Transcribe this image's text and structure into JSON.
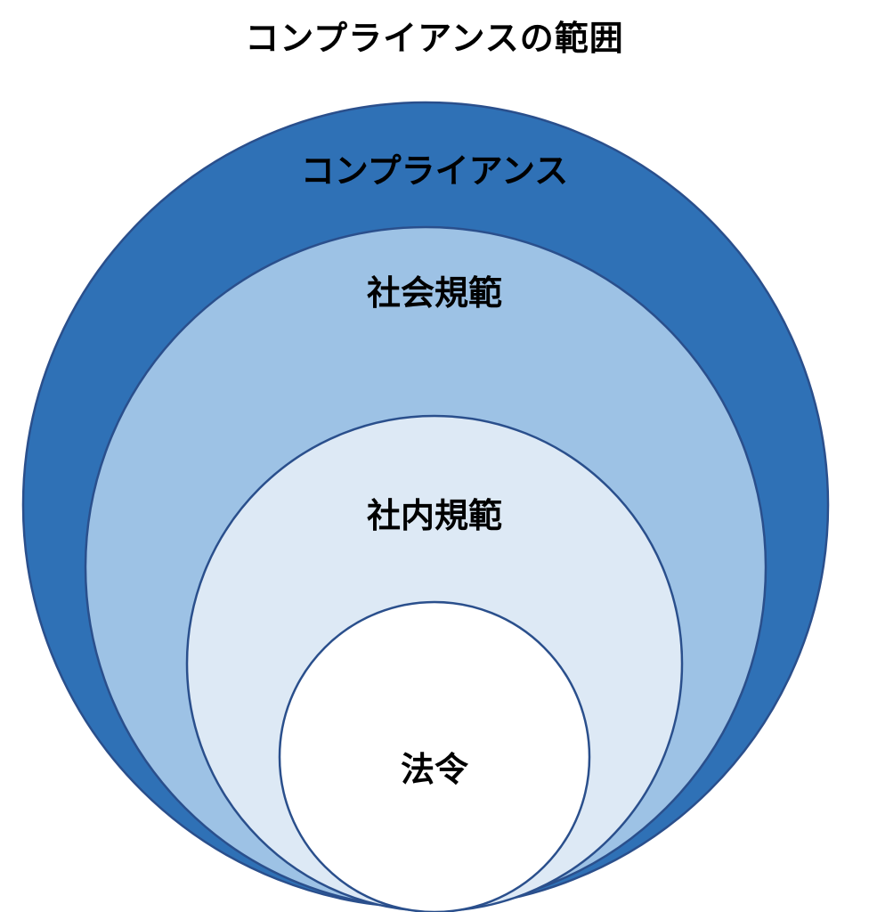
{
  "title": "コンプライアンスの範囲",
  "colors": {
    "outer": "#2f71b6",
    "second": "#9dc2e5",
    "third": "#dde9f5",
    "inner": "#ffffff",
    "stroke": "#2a4f8c"
  },
  "rings": [
    {
      "label": "コンプライアンス"
    },
    {
      "label": "社会規範"
    },
    {
      "label": "社内規範"
    },
    {
      "label": "法令"
    }
  ]
}
